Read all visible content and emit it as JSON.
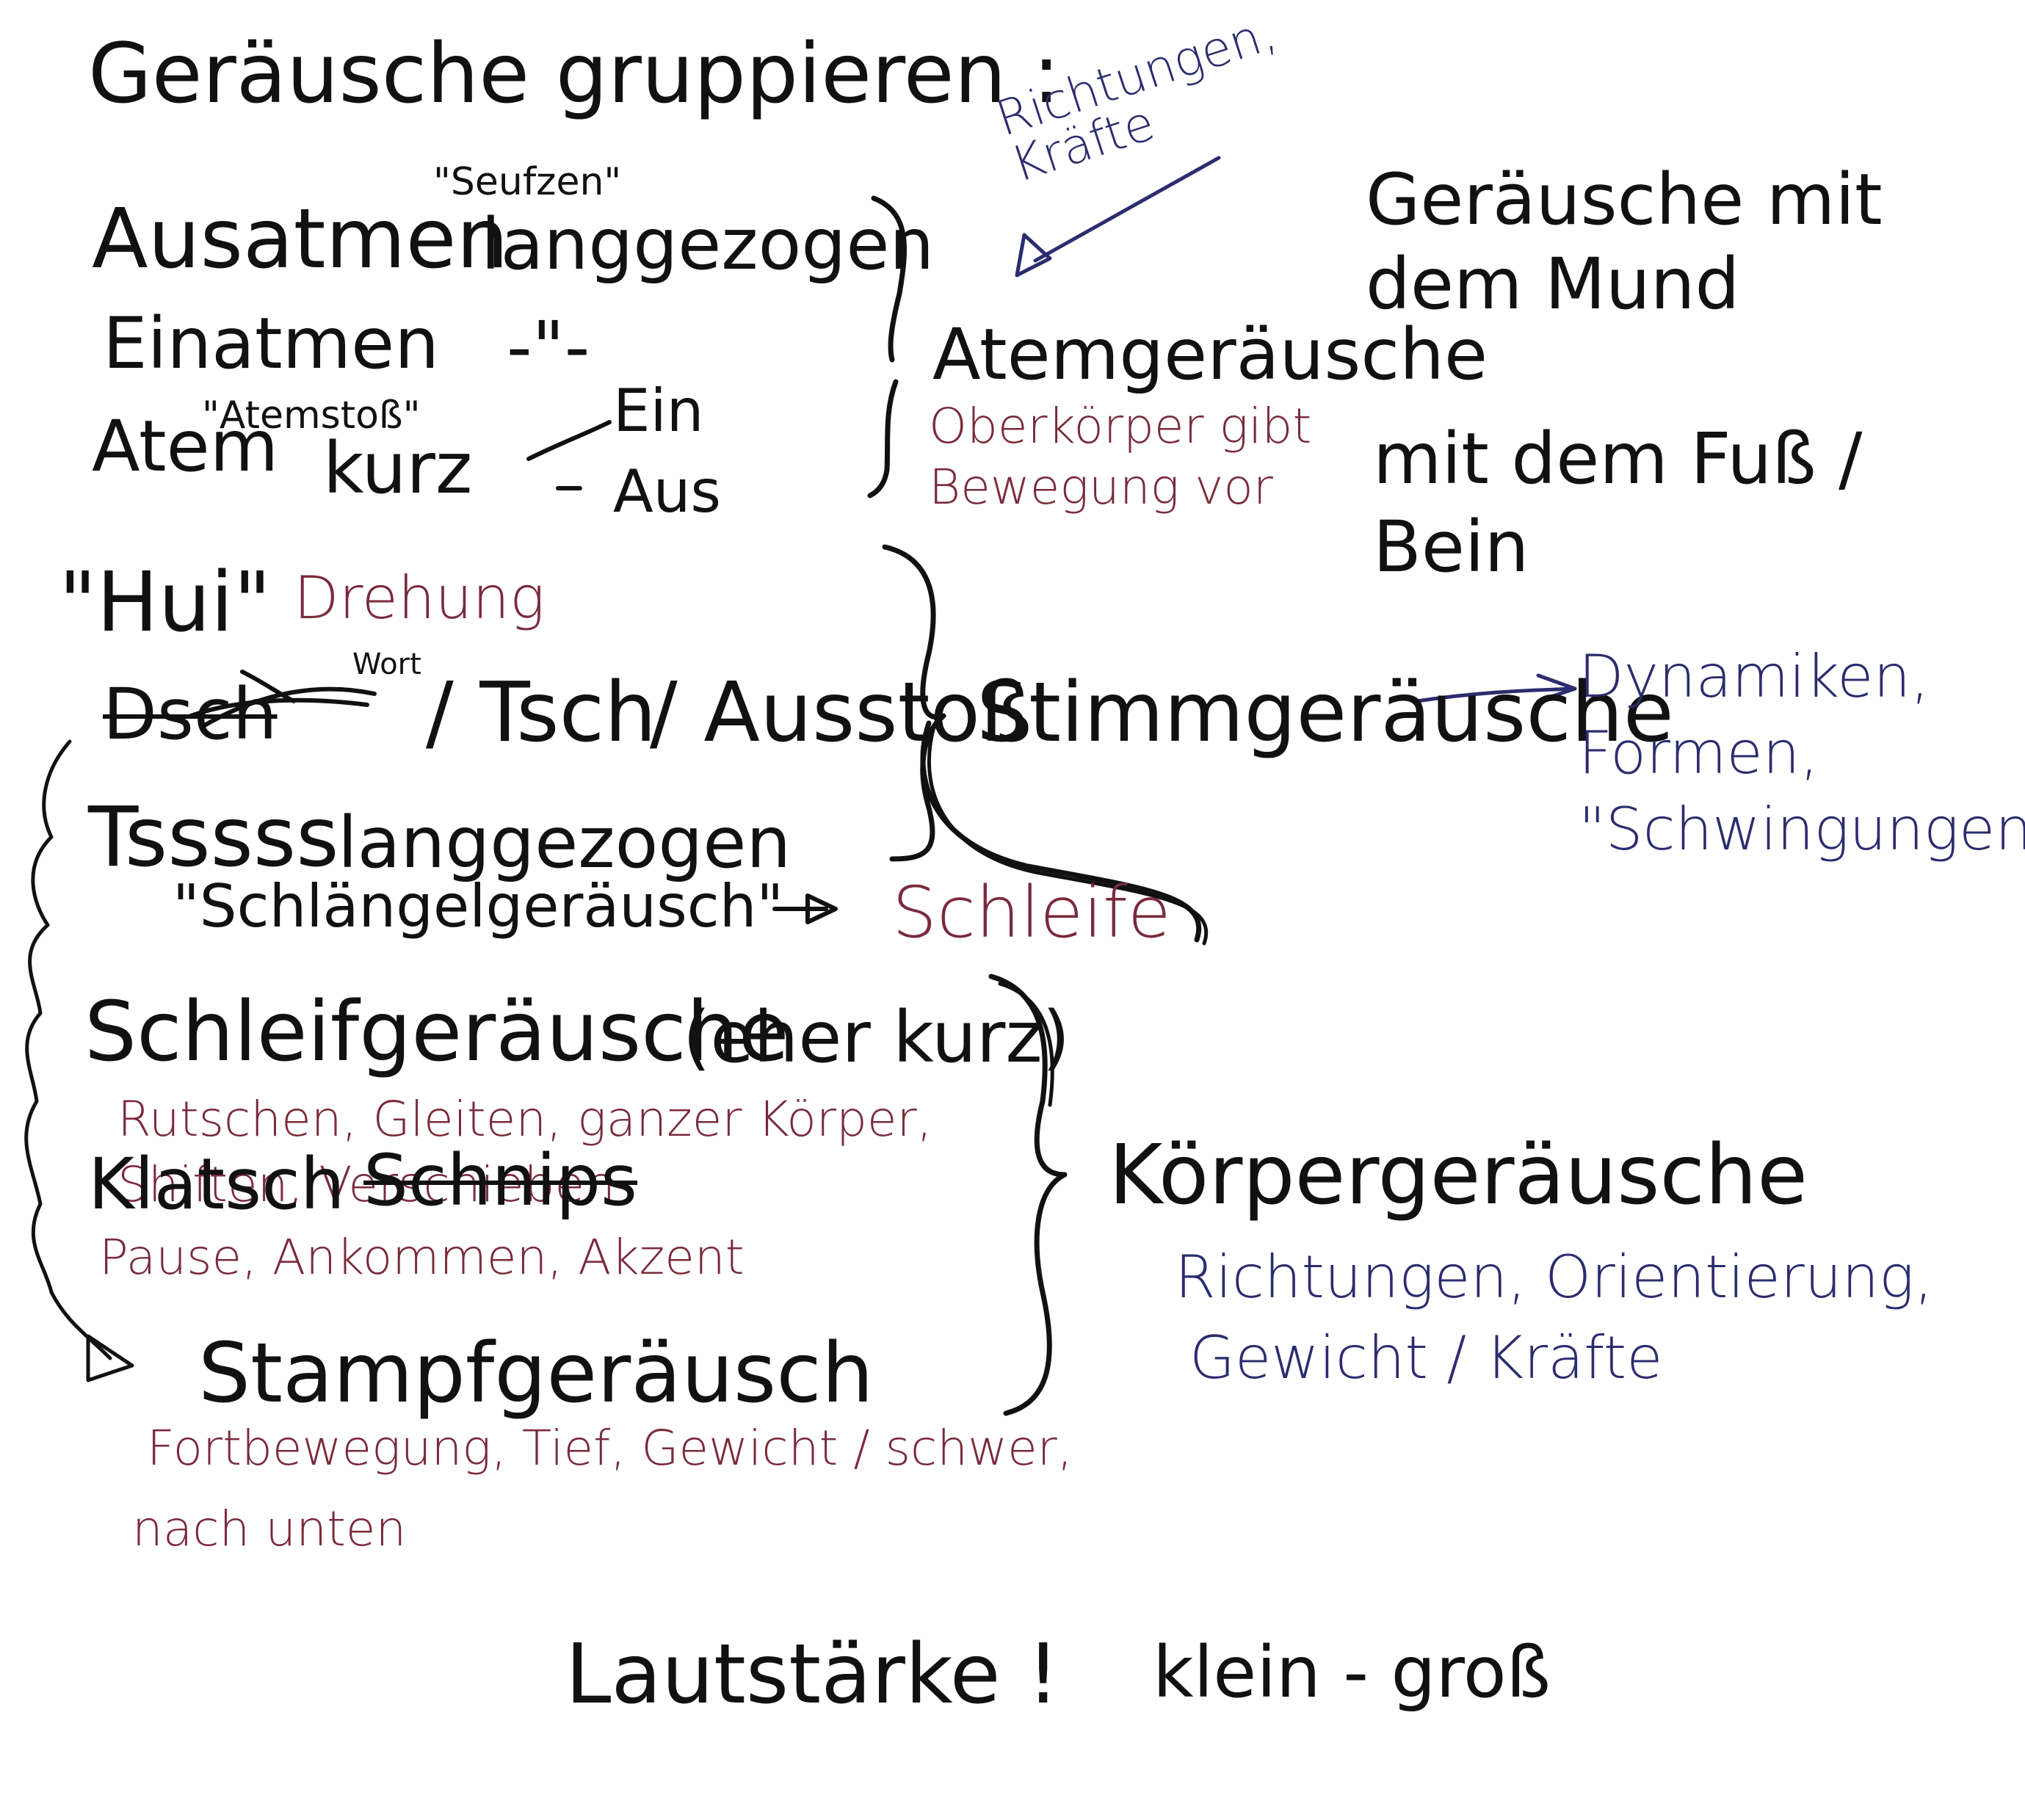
{
  "colors": {
    "black_ink": "#111111",
    "blue_ink": "#2b2d6e",
    "red_ink": "#7a2a3c",
    "paper": "#ffffff"
  },
  "title": "Geräusche gruppieren :",
  "breath": {
    "ausatmen": "Ausatmen",
    "seufzen": "\"Seufzen\"",
    "langgezogen": "langgezogen",
    "einatmen": "Einatmen",
    "ditto": "-\"-",
    "atem": "Atem",
    "atemstoss": "\"Atemstoß\"",
    "kurz": "kurz",
    "ein": "Ein",
    "aus": "Aus",
    "group": "Atemgeräusche",
    "note_blue": "Richtungen, Kräfte",
    "note_red": "Oberkörper gibt Bewegung vor",
    "side_mouth": "Geräusche mit dem Mund",
    "side_foot": "mit dem Fuß / Bein"
  },
  "voice": {
    "hui": "\"Hui\"",
    "drehung": "Drehung",
    "wort": "Wort",
    "crossed": "Dsch",
    "tsch": "/ Tsch",
    "ausstoss": "/ Ausstoß",
    "group": "Stimmgeräusche",
    "tsss": "Tsssss",
    "langgezogen": "langgezogen",
    "schlaengeln": "\"Schlängelgeräusch\"",
    "schleife": "Schleife",
    "note_blue": "Dynamiken, Formen, \"Schwingungen\""
  },
  "body": {
    "schleif": "Schleifgeräusche",
    "eher_kurz": "(eher kurz)",
    "schleif_note": "Rutschen, Gleiten, ganzer Körper, Shiften, Verschieben",
    "klatsch": "Klatsch",
    "schnips": "Schnips",
    "klatsch_note": "Pause, Ankommen, Akzent",
    "stampf": "Stampfgeräusch",
    "stampf_note_1": "Fortbewegung, Tief, Gewicht / schwer,",
    "stampf_note_2": "nach unten",
    "group": "Körpergeräusche",
    "note_blue_1": "Richtungen, Orientierung,",
    "note_blue_2": "Gewicht / Kräfte"
  },
  "footer": {
    "lautstaerke": "Lautstärke !",
    "klein_gross": "klein - groß"
  }
}
